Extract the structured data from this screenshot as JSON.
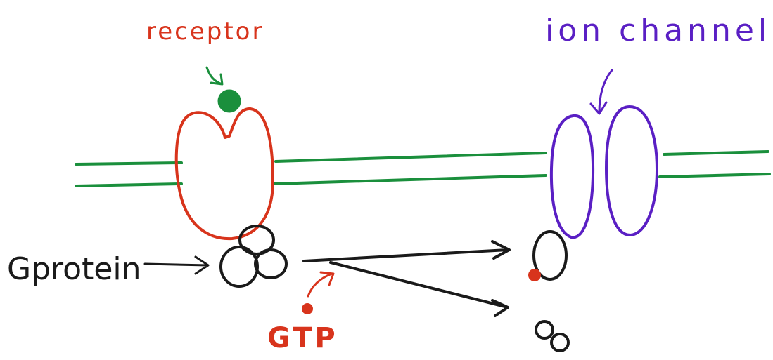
{
  "labels": {
    "receptor": "receptor",
    "ion_channel": "ion channel",
    "g_protein": "Gprotein",
    "gtp": "GTP"
  },
  "colors": {
    "membrane": "#1a8f3c",
    "receptor": "#d8341c",
    "ligand": "#1a8f3c",
    "ion_channel": "#5a1fc4",
    "g_protein": "#1a1a1a",
    "gtp": "#d8341c",
    "arrow": "#1a1a1a"
  }
}
